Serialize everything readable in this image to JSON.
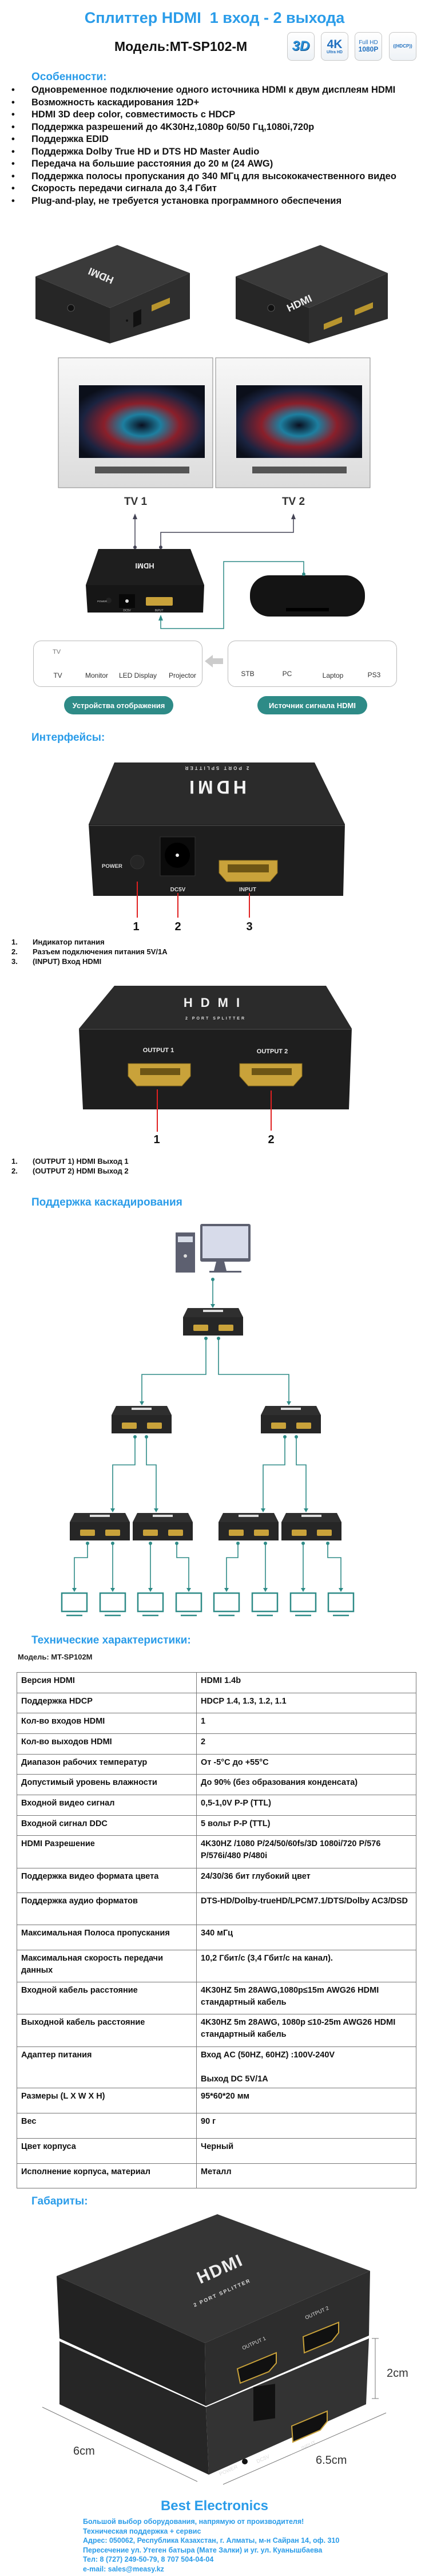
{
  "header": {
    "title": "Сплиттер HDMI  1 вход - 2 выхода",
    "model": "Модель:MT-SP102-M",
    "badges": [
      {
        "icon": "3d-badge-icon",
        "main": "3D",
        "sub": ""
      },
      {
        "icon": "4k-ultra-hd-badge-icon",
        "main": "4K",
        "sub": "Ultra HD"
      },
      {
        "icon": "full-hd-1080p-badge-icon",
        "main": "Full HD",
        "sub": "1080P"
      },
      {
        "icon": "hdcp-badge-icon",
        "main": "((HDCP))",
        "sub": ""
      }
    ]
  },
  "features": {
    "heading": "Особенности:",
    "items": [
      "Одновременное подключение одного источника HDMI к двум дисплеям HDMI",
      "Возможность каскадирования 12D+",
      "HDMI 3D deep color, совместимость с HDCP",
      "Поддержка разрешений до 4K30Hz,1080p 60/50 Гц,1080i,720p",
      "Поддержка EDID",
      "Поддержка Dolby True HD и DTS HD Master Audio",
      "Передача на большие расстояния до 20 м (24 AWG)",
      "Поддержка полосы пропускания до 340 МГц для высококачественного видео",
      "Скорость передачи сигнала до 3,4 Гбит",
      "Plug-and-play, не требуется установка программного обеспечения"
    ]
  },
  "device_labels": {
    "logo": "HDMI",
    "subtitle": "2 PORT SPLITTER",
    "power": "POWER",
    "dc": "DC5V",
    "input": "INPUT",
    "output1": "OUTPUT 1",
    "output2": "OUTPUT 2"
  },
  "scheme": {
    "tv_labels": [
      "TV 1",
      "TV 2"
    ],
    "display_devices": [
      "TV",
      "Monitor",
      "LED Display",
      "Projector"
    ],
    "tv_icon_text": "TV",
    "source_devices": [
      "STB",
      "PC",
      "Laptop",
      "PS3"
    ],
    "display_pill": "Устройства отображения",
    "source_pill": "Источник сигнала HDMI"
  },
  "interfaces": {
    "heading": "Интерфейсы:",
    "rear_callouts": [
      "1",
      "2",
      "3"
    ],
    "rear_items": [
      "Индикатор питания",
      "Разъем подключения питания 5V/1A",
      "(INPUT) Вход HDMI"
    ],
    "front_callouts": [
      "1",
      "2"
    ],
    "front_items": [
      "(OUTPUT 1) HDMI Выход 1",
      "(OUTPUT 2) HDMI Выход 2"
    ],
    "numbers": [
      "1.",
      "2.",
      "3."
    ]
  },
  "cascade": {
    "heading": "Поддержка каскадирования"
  },
  "specs": {
    "heading": "Технические характеристики:",
    "model": "Модель: MT-SP102M",
    "rows": [
      [
        "Версия HDMI",
        "HDMI 1.4b"
      ],
      [
        "Поддержка HDCP",
        "HDCP 1.4, 1.3, 1.2, 1.1"
      ],
      [
        "Кол-во входов HDMI",
        "1"
      ],
      [
        "Кол-во выходов HDMI",
        "2"
      ],
      [
        "Диапазон рабочих температур",
        "От -5°C до  +55°C"
      ],
      [
        "Допустимый уровень влажности",
        "До 90% (без образования конденсата)"
      ],
      [
        "Входной видео сигнал",
        "0,5-1,0V P-P (TTL)"
      ],
      [
        "Входной сигнал DDC",
        "5 вольт P-P (TTL)"
      ],
      [
        "HDMI Разрешение",
        "4K30HZ /1080 P/24/50/60fs/3D 1080i/720 P/576 P/576i/480 P/480i"
      ],
      [
        "Поддержка видео формата цвета",
        "24/30/36 бит глубокий цвет"
      ],
      [
        "Поддержка аудио форматов",
        "DTS-HD/Dolby-trueHD/LPCM7.1/DTS/Dolby AC3/DSD"
      ],
      [
        "Максимальная Полоса пропускания",
        "340 мГц"
      ],
      [
        "Максимальная скорость передачи данных",
        "10,2 Гбит/с (3,4 Гбит/с на канал)."
      ],
      [
        "Входной кабель расстояние",
        "4K30HZ 5m 28AWG,1080p≤15m AWG26 HDMI стандартный кабель"
      ],
      [
        "Выходной кабель расстояние",
        "4K30HZ 5m 28AWG, 1080p ≤10-25m AWG26 HDMI стандартный кабель"
      ],
      [
        "Адаптер питания",
        "Вход AC (50HZ, 60HZ) :100V-240V\n\nВыход DC 5V/1A"
      ],
      [
        "Размеры (L X W X H)",
        "95*60*20 мм"
      ],
      [
        "Вес",
        "90 г"
      ],
      [
        "Цвет корпуса",
        "Черный"
      ],
      [
        "Исполнение корпуса, материал",
        "Металл"
      ]
    ]
  },
  "dimensions": {
    "heading": "Габариты:",
    "height": "2cm",
    "width": "6cm",
    "depth": "6.5cm"
  },
  "footer": {
    "brand": "Best Electronics",
    "lines": [
      "Большой выбор оборудования, напрямую от производителя!",
      "Техническая поддержка + сервис",
      "Адрес: 050062, Республика Казахстан, г. Алматы, м-н Сайран 14, оф. 310",
      "Пересечение ул. Утеген батыра (Мате Залки) и уг. ул. Куанышбаева",
      "Тел: 8 (727) 249-50-79, 8 707 504-04-04",
      "e-mail: sales@measy.kz"
    ]
  },
  "colors": {
    "accent": "#2a9ce9",
    "teal": "#2e8b87",
    "callout_line": "#e02020",
    "device": "#2a2a2a",
    "gold": "#c9a23a"
  }
}
